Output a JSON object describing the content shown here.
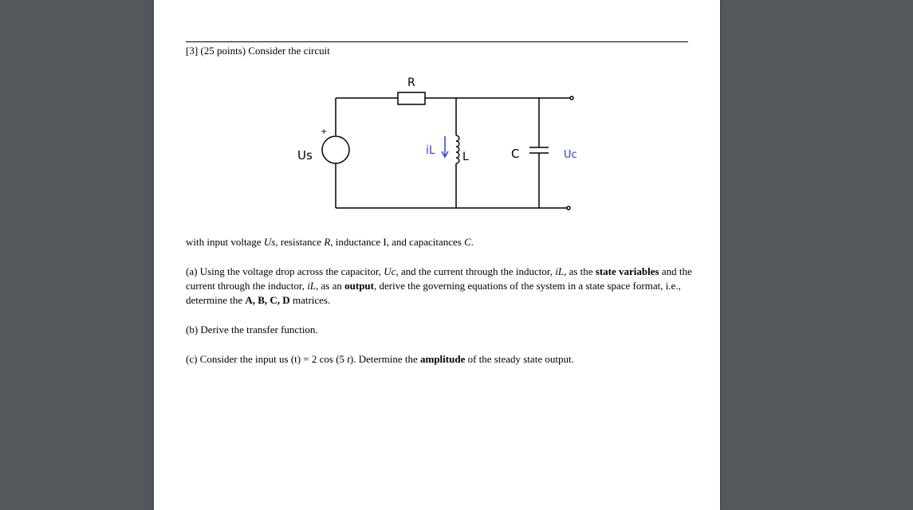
{
  "problem": {
    "heading": "[3] (25 points) Consider the circuit",
    "circuit": {
      "resistor_label": "R",
      "source_label": "Us",
      "source_polarity": "+",
      "inductor_current_label": "iL",
      "inductor_label": "L",
      "capacitor_label": "C",
      "output_label": "Uc"
    },
    "intro": {
      "t1": "with input voltage ",
      "us": "Us",
      "t2": ", resistance ",
      "r": "R,",
      "t3": " inductance I, and capacitances ",
      "c": "C",
      "t4": "."
    },
    "part_a": {
      "t1": "(a) Using the voltage drop across the capacitor, ",
      "uc": "Uc",
      "t2": ", and the current through the inductor, ",
      "il": "iL",
      "t3": ", as the ",
      "b1": "state variables",
      "t4": " and the current through the inductor, ",
      "il2": "iL",
      "t5": ", as an ",
      "b2": "output",
      "t6": ", derive the governing equations of the system in a state space format, i.e., determine the ",
      "b3": "A, B, C, D",
      "t7": " matrices."
    },
    "part_b": "(b) Derive the transfer function.",
    "part_c": {
      "t1": "(c) Consider the input us (t) = 2 cos (5 ",
      "t": "t",
      "t2": "). Determine the ",
      "b1": "amplitude",
      "t3": " of the steady state output."
    }
  }
}
